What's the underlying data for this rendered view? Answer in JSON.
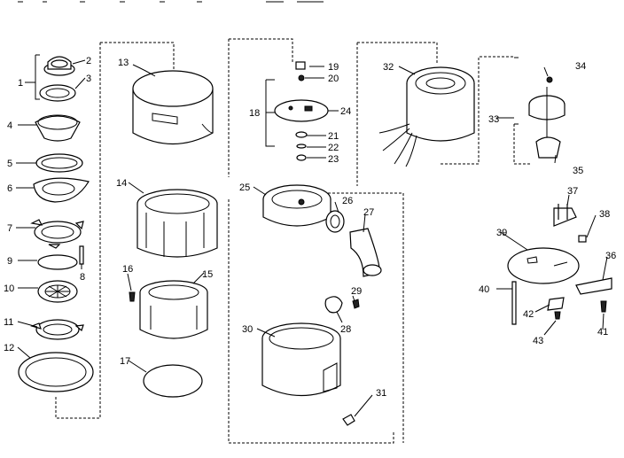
{
  "callouts": [
    "1",
    "2",
    "3",
    "4",
    "5",
    "6",
    "7",
    "8",
    "9",
    "10",
    "11",
    "12",
    "13",
    "14",
    "15",
    "16",
    "17",
    "18",
    "19",
    "20",
    "21",
    "22",
    "23",
    "24",
    "25",
    "26",
    "27",
    "28",
    "29",
    "30",
    "31",
    "32",
    "33",
    "34",
    "35",
    "36",
    "37",
    "38",
    "39",
    "40",
    "41",
    "42",
    "43"
  ]
}
